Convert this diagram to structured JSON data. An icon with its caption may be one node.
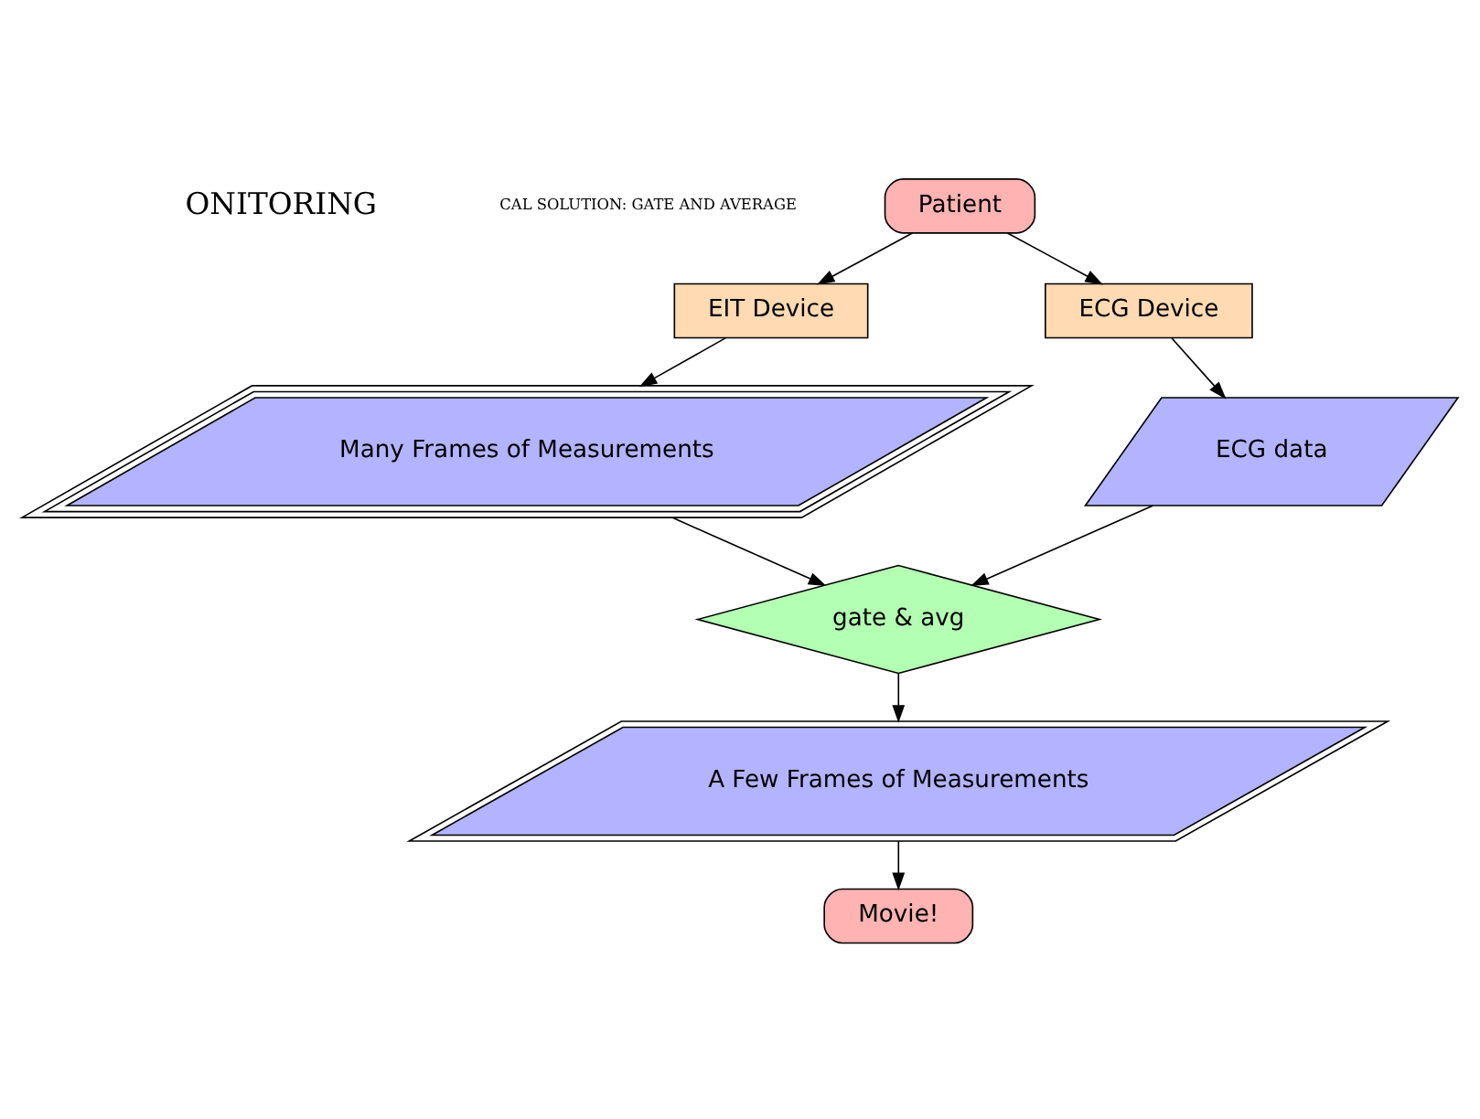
{
  "diagram": {
    "nodes": [
      {
        "text": [
          "Patient"
        ]
      },
      {
        "text": [
          "EIT Device"
        ]
      },
      {
        "text": [
          "ECG Device"
        ]
      },
      {
        "text": [
          "Many Frames of Measurements"
        ]
      },
      {
        "text": [
          "ECG data"
        ]
      },
      {
        "text": [
          "gate & avg"
        ]
      },
      {
        "text": [
          "A Few Frames of Measurements"
        ]
      },
      {
        "text": [
          "Movie!"
        ]
      }
    ],
    "edges": [
      {
        "from": 0,
        "to": 1,
        "arrow": "to"
      },
      {
        "from": 0,
        "to": 2,
        "arrow": "to"
      },
      {
        "from": 1,
        "to": 3,
        "arrow": "to"
      },
      {
        "from": 2,
        "to": 4,
        "arrow": "to"
      },
      {
        "from": 3,
        "to": 5,
        "arrow": "to"
      },
      {
        "from": 4,
        "to": 5,
        "arrow": "to"
      },
      {
        "from": 5,
        "to": 6,
        "arrow": "to"
      },
      {
        "from": 6,
        "to": 7,
        "arrow": "to"
      }
    ],
    "labels": [
      "ONITORING",
      "CAL SOLUTION: GATE AND AVERAGE"
    ]
  }
}
